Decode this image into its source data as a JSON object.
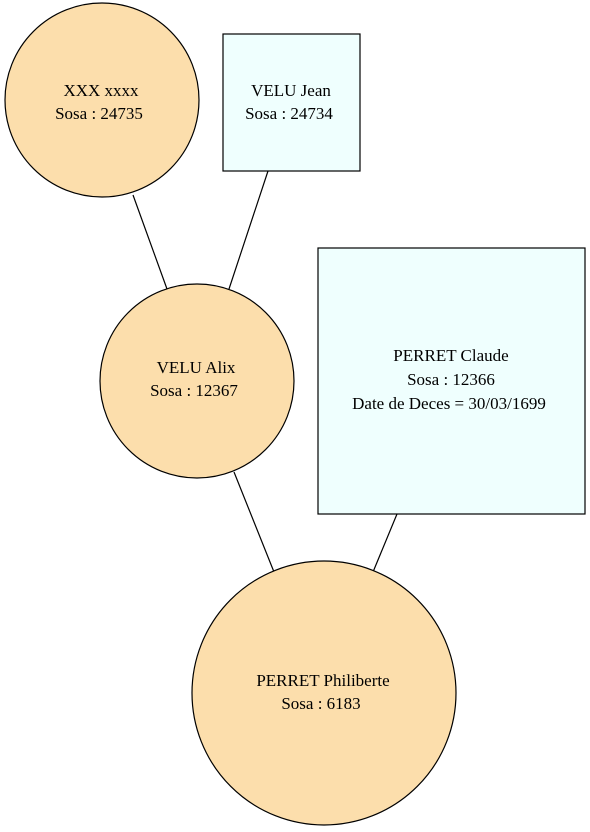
{
  "colors": {
    "female": "#fcdeac",
    "male": "#effffe",
    "line": "#000000"
  },
  "people": {
    "xxx": {
      "name": "XXX xxxx",
      "sosa": "Sosa : 24735"
    },
    "jean": {
      "name": "VELU Jean",
      "sosa": "Sosa : 24734"
    },
    "alix": {
      "name": "VELU Alix",
      "sosa": "Sosa : 12367"
    },
    "claude": {
      "name": "PERRET Claude",
      "sosa": "Sosa : 12366",
      "death": "Date de Deces = 30/03/1699"
    },
    "philiberte": {
      "name": "PERRET Philiberte",
      "sosa": "Sosa : 6183"
    }
  }
}
